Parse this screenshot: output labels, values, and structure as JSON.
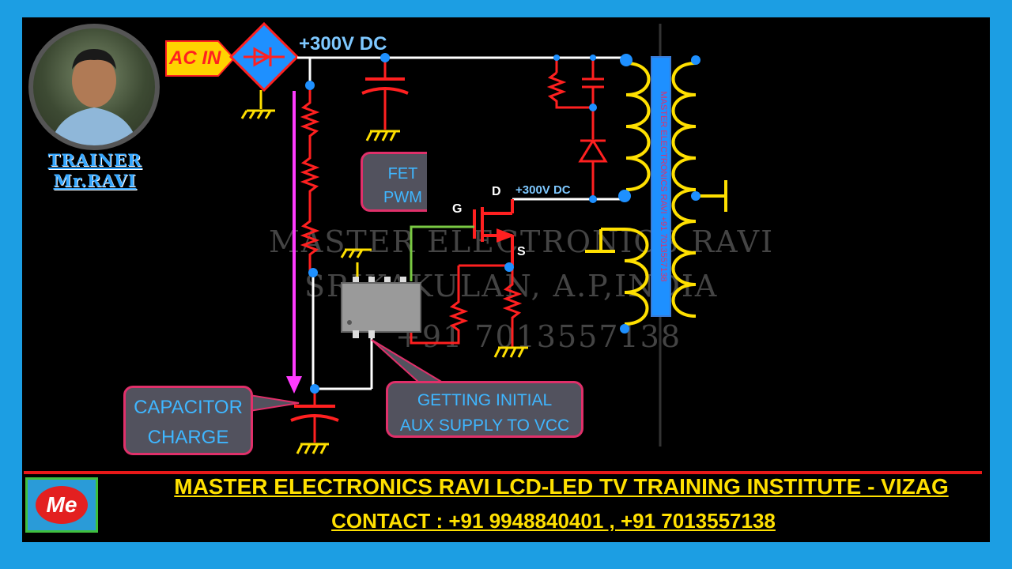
{
  "trainer": {
    "line1": "TRAINER",
    "line2": "Mr.RAVI"
  },
  "labels": {
    "ac_in": "AC IN",
    "dc_top": "+300V DC",
    "dc_drain": "+300V DC",
    "gate": "G",
    "drain": "D",
    "source": "S"
  },
  "callouts": {
    "fet_pwm_1": "FET",
    "fet_pwm_2": "PWM",
    "capacitor_1": "CAPACITOR",
    "capacitor_2": "CHARGE",
    "aux_1": "GETTING INITIAL",
    "aux_2": "AUX SUPPLY TO VCC"
  },
  "transformer_text": "MASTER ELECTRONICS RAVI +91 7013557138",
  "watermark": {
    "line1": "MASTER ELECTRONICS RAVI",
    "line2": "SRIKAKULAN, A.P,INDIA",
    "line3": "+91 7013557138"
  },
  "footer": {
    "logo": "Me",
    "line1": "MASTER ELECTRONICS RAVI  LCD-LED TV  TRAINING INSTITUTE - VIZAG",
    "line2": "CONTACT  :  +91 9948840401 , +91 7013557138"
  },
  "colors": {
    "frame": "#1c9ee3",
    "wire_white": "#ffffff",
    "resistor_red": "#ff2020",
    "coil_yellow": "#ffe000",
    "node_blue": "#1e90ff",
    "arrow_magenta": "#ff3bff",
    "gate_green": "#7ac943",
    "callout_border": "#e0306a"
  }
}
